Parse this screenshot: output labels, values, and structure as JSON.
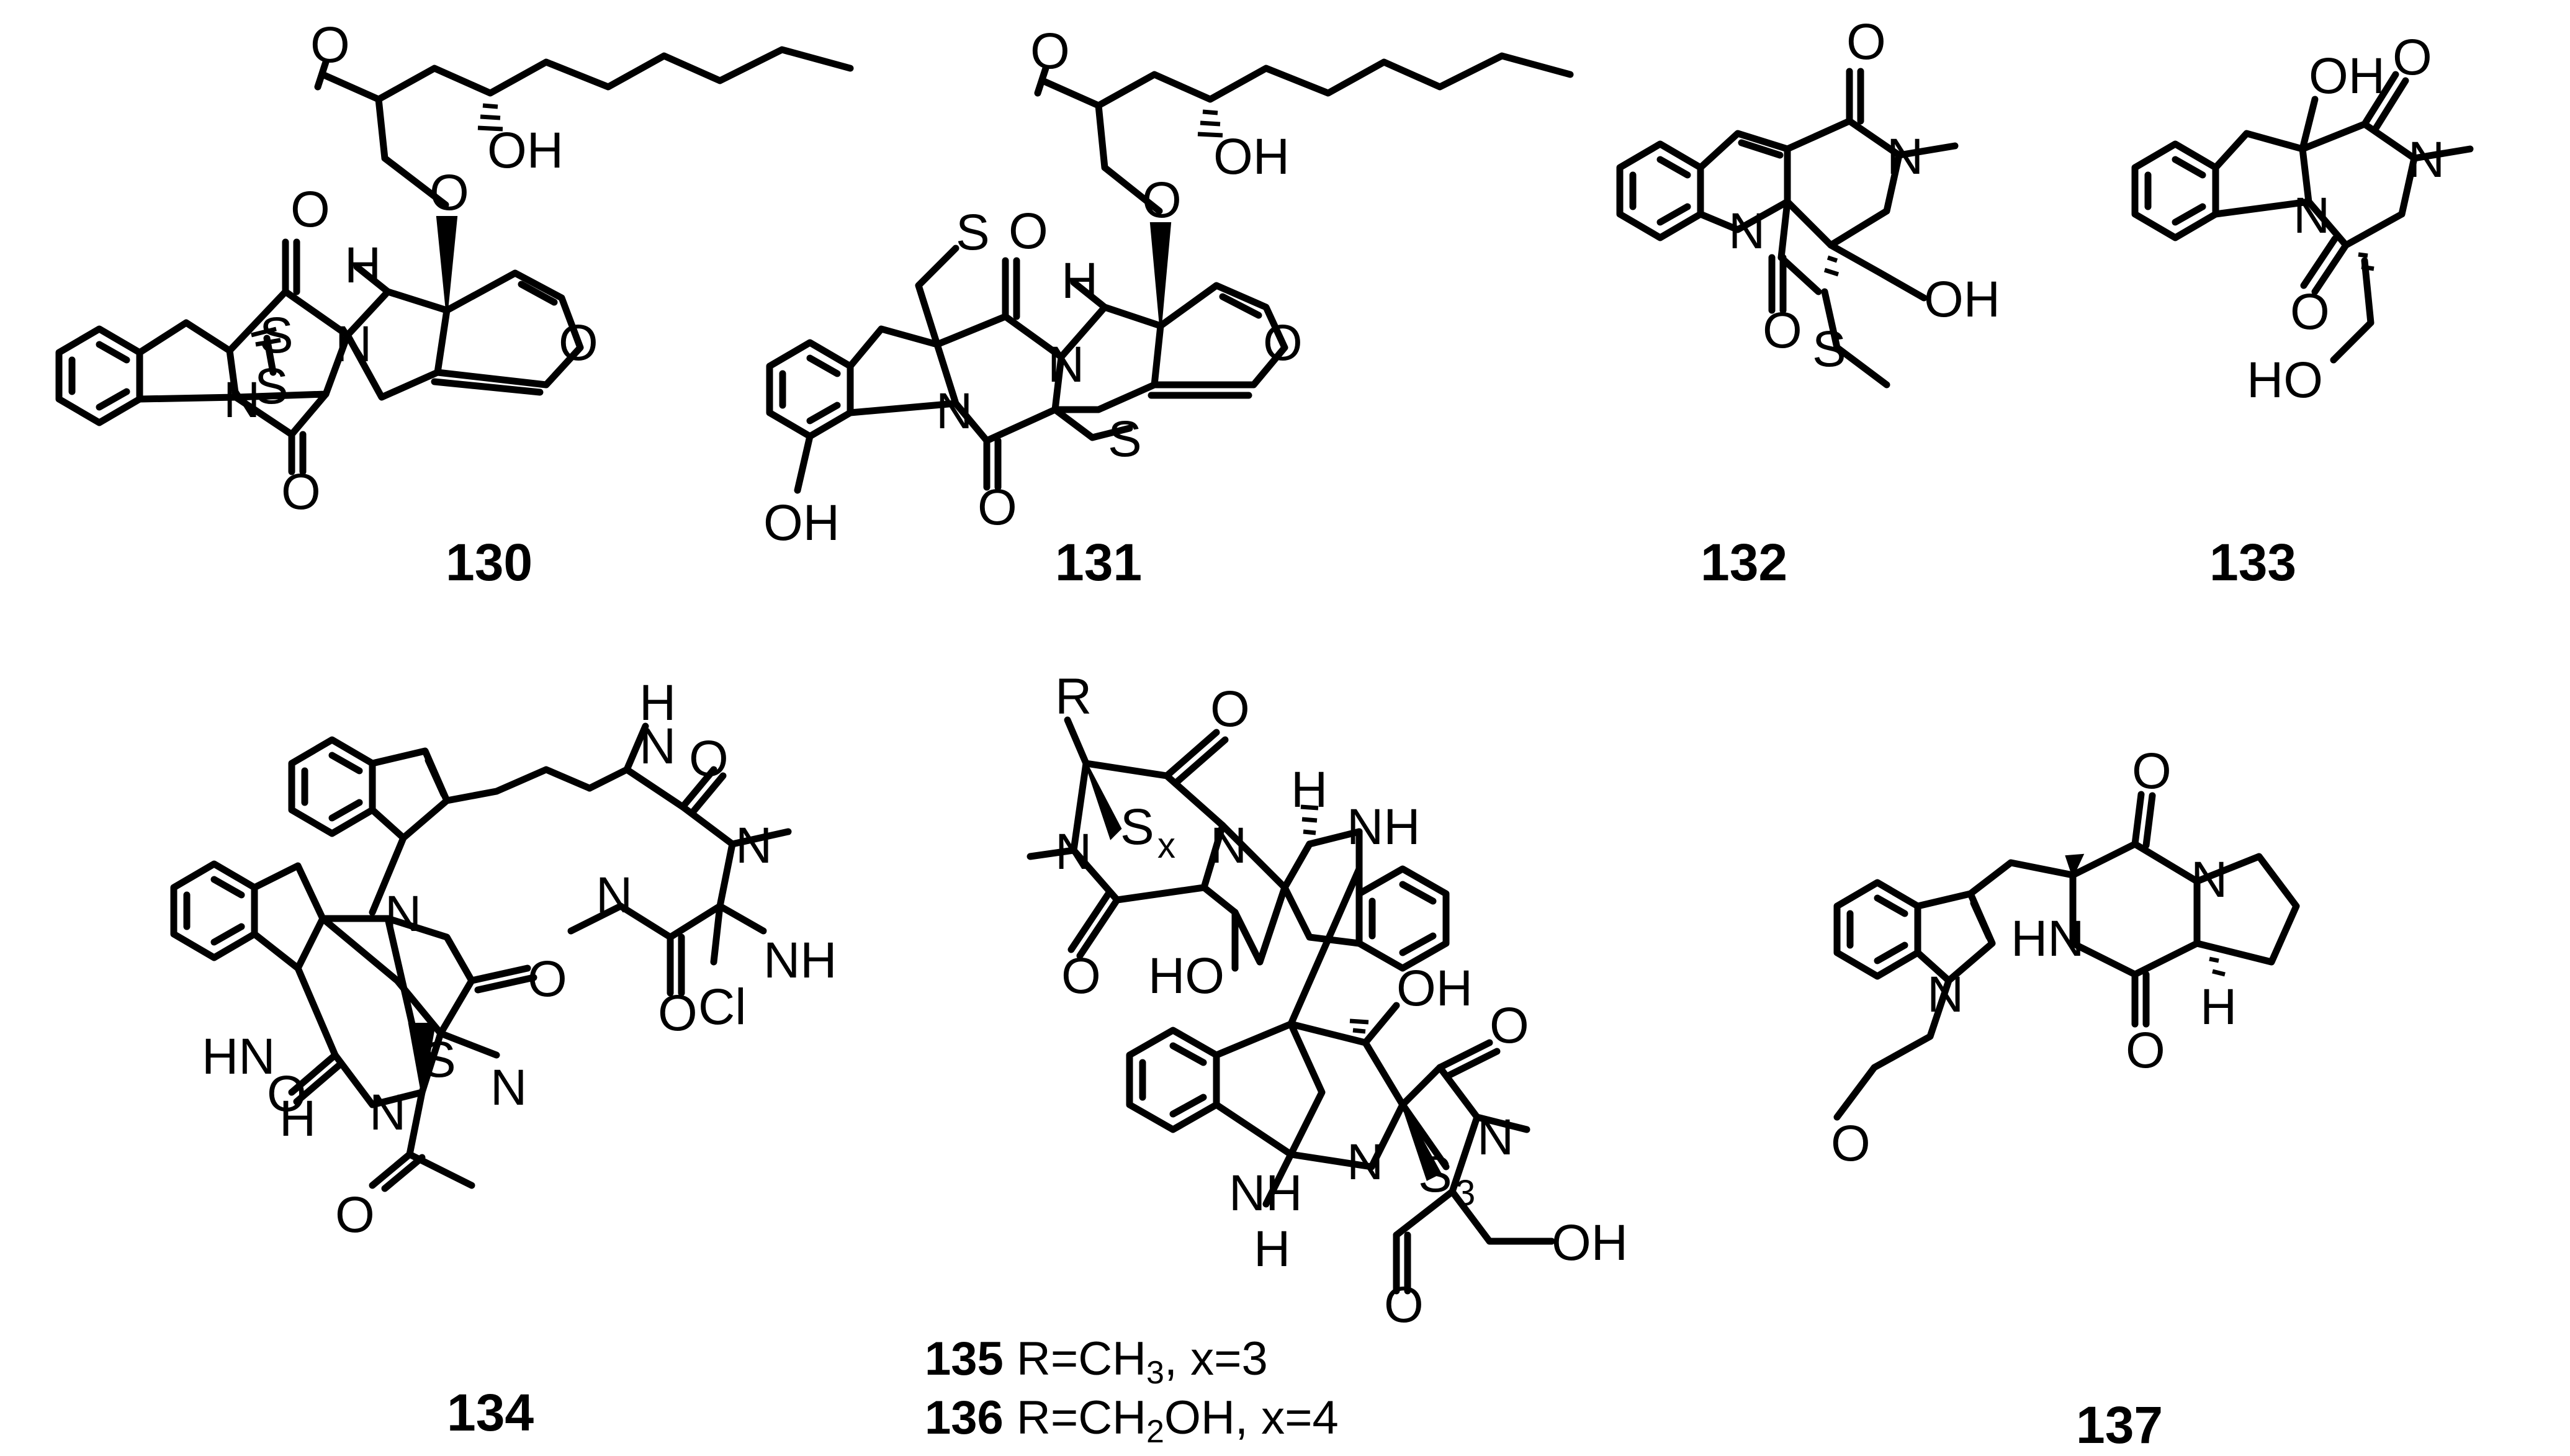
{
  "figure": {
    "compounds": [
      {
        "id": "130",
        "label": "130"
      },
      {
        "id": "131",
        "label": "131"
      },
      {
        "id": "132",
        "label": "132"
      },
      {
        "id": "133",
        "label": "133"
      },
      {
        "id": "134",
        "label": "134"
      },
      {
        "id": "135_136",
        "label": "135"
      },
      {
        "id": "137",
        "label": "137"
      }
    ],
    "captions": {
      "c135_num": "135",
      "c135_text": " R=CH",
      "c135_sub": "3",
      "c135_tail": ", x=3",
      "c136_num": "136",
      "c136_text": " R=CH",
      "c136_sub": "2",
      "c136_tail": "OH, x=4"
    },
    "atoms": {
      "O": "O",
      "OH": "OH",
      "HO": "HO",
      "N": "N",
      "H": "H",
      "S": "S",
      "NH": "NH",
      "HN": "HN",
      "Cl": "Cl",
      "R": "R",
      "Sx_S": "S",
      "Sx_x": "x",
      "S3_S": "S",
      "S3_3": "3"
    }
  }
}
